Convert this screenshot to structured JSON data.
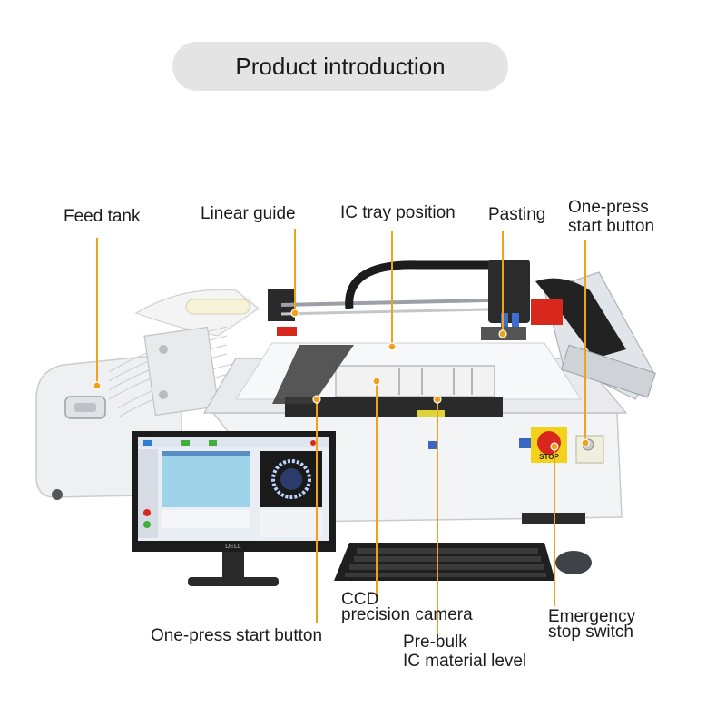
{
  "header": {
    "title": "Product introduction"
  },
  "labels": {
    "feed_tank": "Feed tank",
    "linear_guide": "Linear guide",
    "ic_tray_position": "IC tray position",
    "pasting": "Pasting",
    "one_press_start_top": [
      "One-press",
      "start button"
    ],
    "ccd_camera": [
      "CCD",
      "precision camera"
    ],
    "one_press_start_bottom": "One-press start button",
    "pre_bulk": [
      "Pre-bulk",
      "IC material level"
    ],
    "emergency_stop": [
      "Emergency",
      "stop switch"
    ]
  },
  "monitor": {
    "brand": "DELL"
  },
  "machine": {
    "stop_label": "STOP"
  },
  "colors": {
    "leader_line": "#f0a21c",
    "accent_red": "#d8271c",
    "screen_blue": "#1f4ea8"
  }
}
